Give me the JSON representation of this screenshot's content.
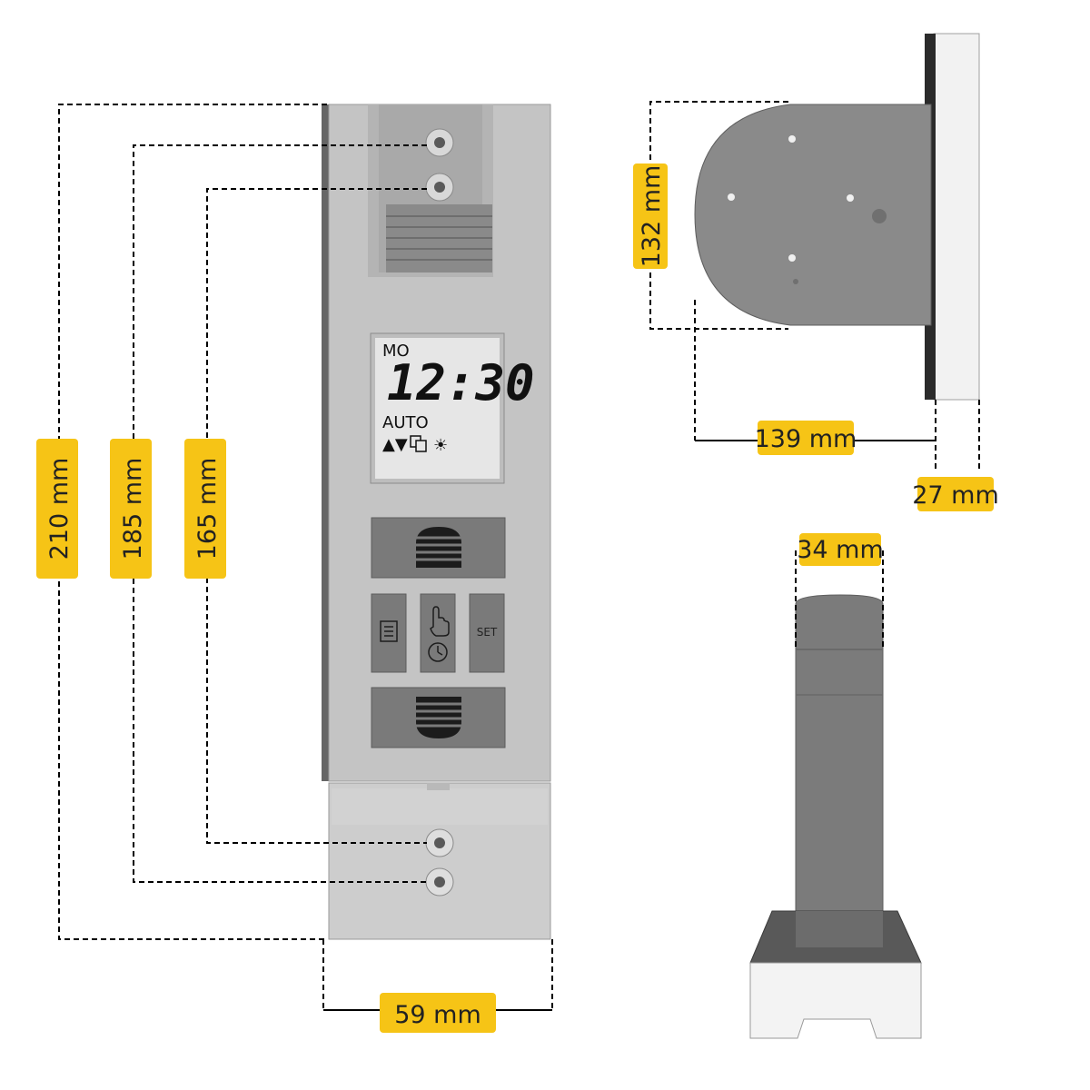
{
  "dimensions": {
    "height_outer": "210 mm",
    "height_middle": "185 mm",
    "height_inner": "165 mm",
    "width_front": "59 mm",
    "height_side": "132 mm",
    "depth_side": "139 mm",
    "thickness_side": "27 mm",
    "width_strap": "34 mm"
  },
  "display": {
    "day": "MO",
    "time": "12:30",
    "mode": "AUTO",
    "arrows": "▲▼",
    "sun": "☀"
  },
  "buttons": {
    "set_label": "SET"
  },
  "colors": {
    "accent": "#f6c416",
    "housing": "#c3c3c3",
    "dark_gray": "#7a7a7a"
  }
}
